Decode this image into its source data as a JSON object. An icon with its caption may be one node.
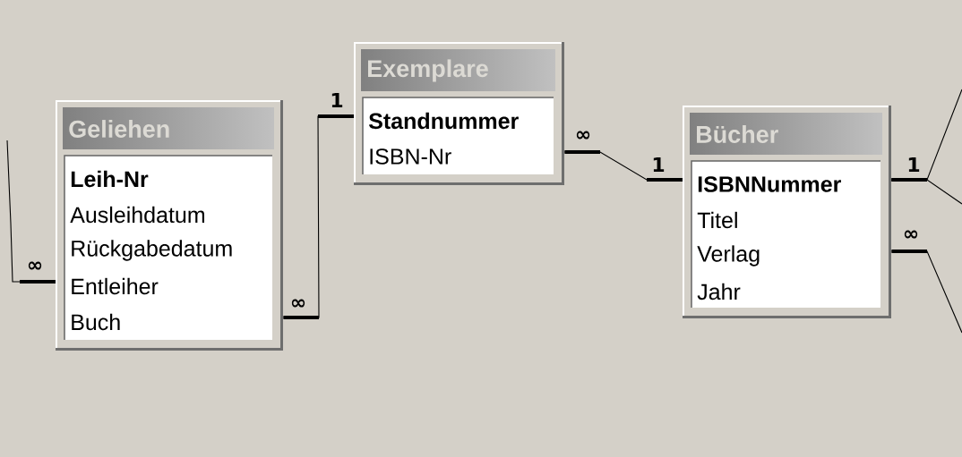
{
  "diagram": {
    "nodes": [
      {
        "text": [
          "Geliehen",
          "Leih-Nr",
          "Ausleihdatum",
          "Rückgabedatum",
          "Entleiher",
          "Buch"
        ]
      },
      {
        "text": [
          "Exemplare",
          "Standnummer",
          "ISBN-Nr"
        ]
      },
      {
        "text": [
          "Bücher",
          "ISBNNummer",
          "Titel",
          "Verlag",
          "Jahr"
        ]
      }
    ],
    "edges": [
      {
        "from": null,
        "to": 0,
        "arrow": "none"
      },
      {
        "from": 0,
        "to": 1,
        "arrow": "none"
      },
      {
        "from": 1,
        "to": 2,
        "arrow": "none"
      },
      {
        "from": 2,
        "to": null,
        "arrow": "none"
      },
      {
        "from": 2,
        "to": null,
        "arrow": "none"
      },
      {
        "from": 2,
        "to": null,
        "arrow": "none"
      }
    ],
    "labels": [
      "1",
      "∞",
      "1",
      "1",
      "∞",
      "∞",
      "∞"
    ]
  }
}
